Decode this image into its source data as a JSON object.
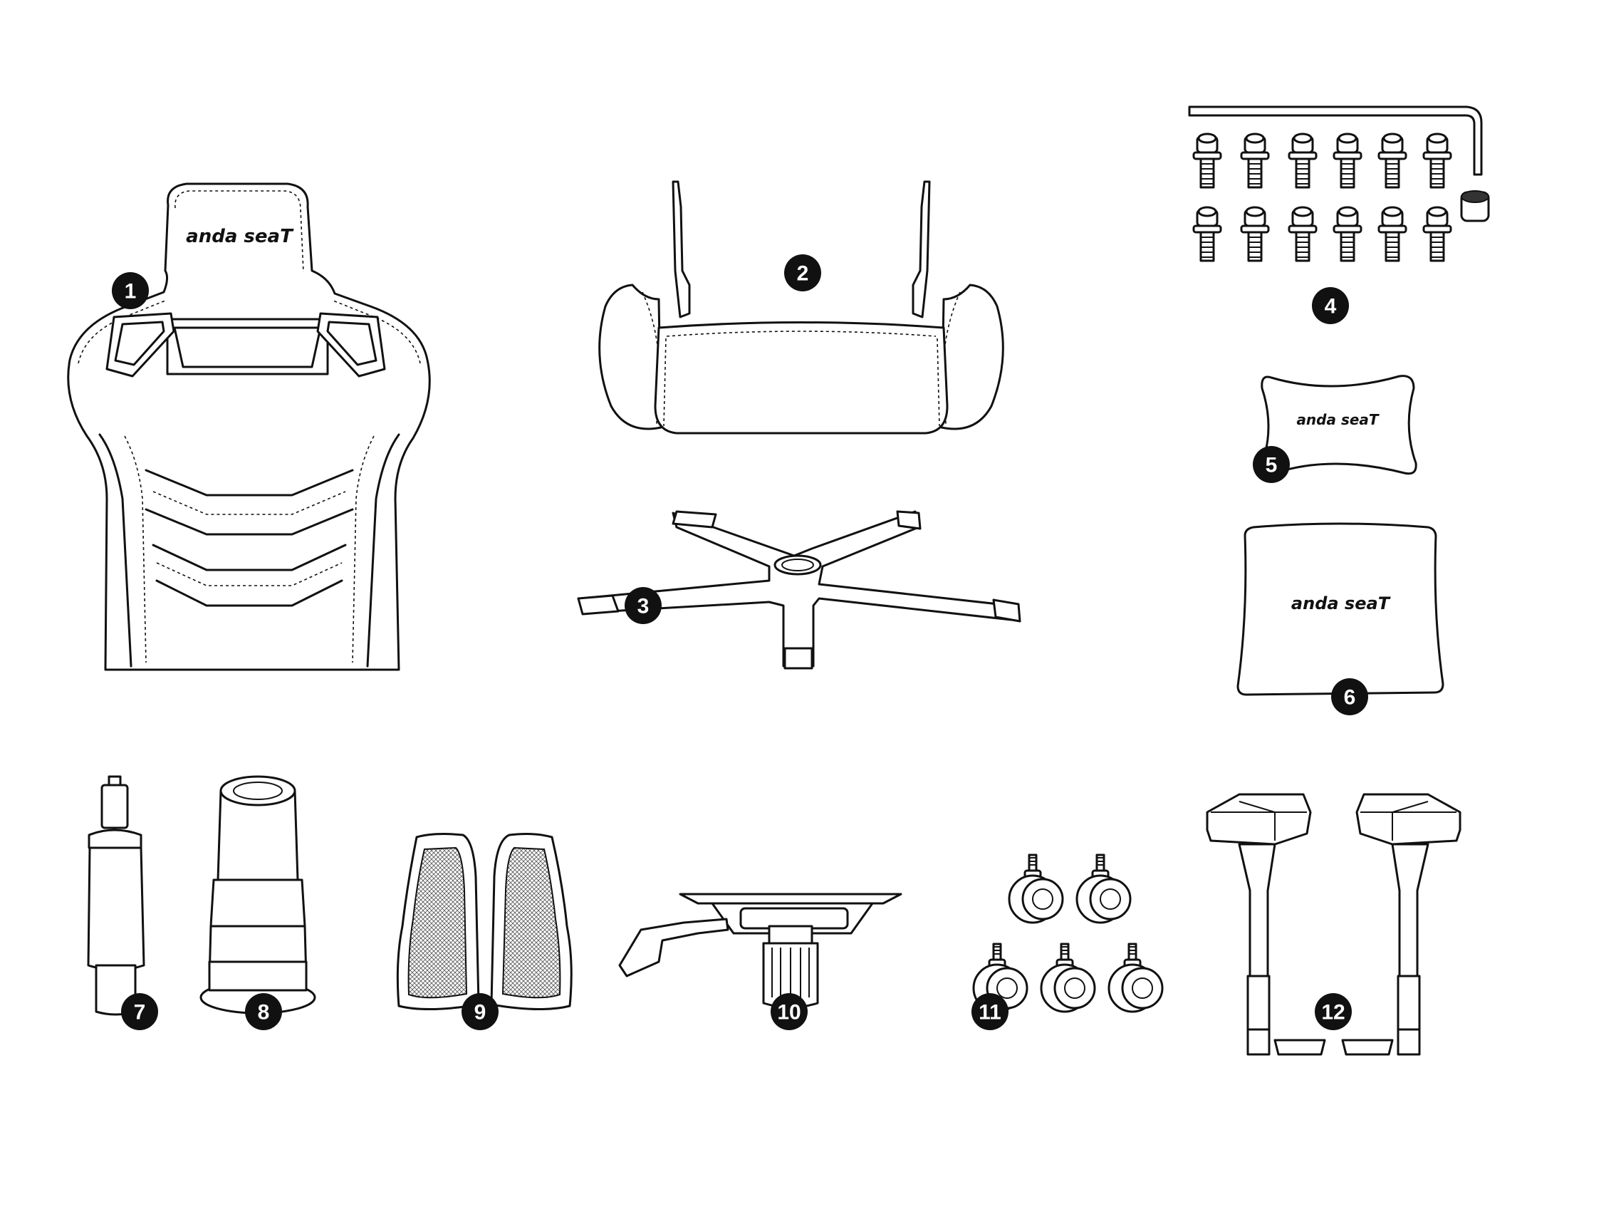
{
  "brand": {
    "logo_text": "anda seaT"
  },
  "parts": [
    {
      "number": "1"
    },
    {
      "number": "2"
    },
    {
      "number": "3"
    },
    {
      "number": "4"
    },
    {
      "number": "5"
    },
    {
      "number": "6"
    },
    {
      "number": "7"
    },
    {
      "number": "8"
    },
    {
      "number": "9"
    },
    {
      "number": "10"
    },
    {
      "number": "11"
    },
    {
      "number": "12"
    }
  ]
}
